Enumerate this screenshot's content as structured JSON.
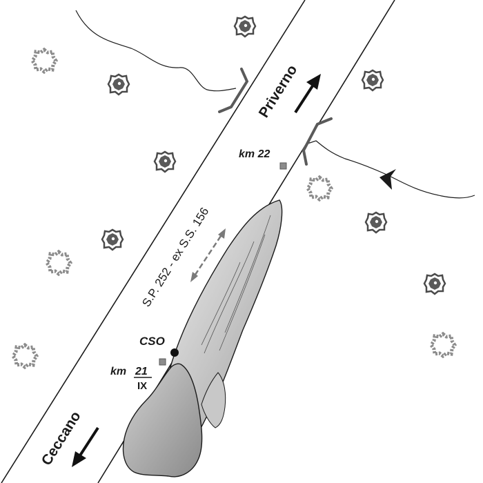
{
  "labels": {
    "road": "S.P. 252 - ex S.S. 156",
    "direction_ne": "Priverno",
    "direction_sw": "Ceccano",
    "km_upper": "km 22",
    "station": "CSO",
    "km_lower_prefix": "km",
    "km_lower_number": "21",
    "km_lower_sub": "IX"
  },
  "colors": {
    "line": "#1a1a1a",
    "flow_light": "#e0e0e0",
    "flow_dark": "#b4b4b4",
    "shrub": "#595959",
    "bridge": "#5a5a5a",
    "marker": "#8c8c8c"
  },
  "icons": [
    "shrub-icon",
    "arrow-icon",
    "kilometer-marker-icon",
    "station-point-icon",
    "bridge-icon"
  ]
}
